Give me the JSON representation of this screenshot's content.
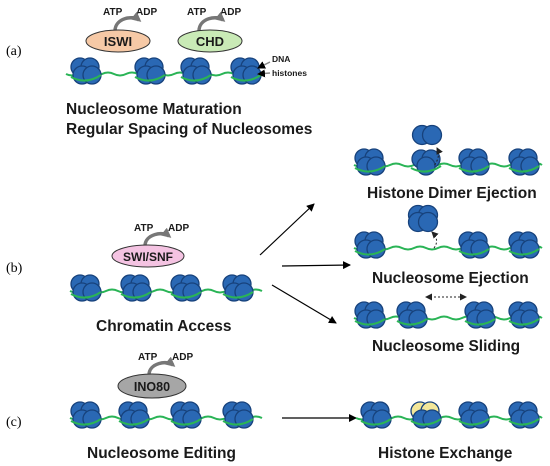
{
  "panels": {
    "a": "(a)",
    "b": "(b)",
    "c": "(c)"
  },
  "remodelers": {
    "iswi": "ISWI",
    "chd": "CHD",
    "swisnf": "SWI/SNF",
    "ino80": "INO80"
  },
  "cofactors": {
    "atp": "ATP",
    "adp": "ADP"
  },
  "annotations": {
    "dna": "DNA",
    "histones": "histones"
  },
  "titles": {
    "maturation_line1": "Nucleosome Maturation",
    "maturation_line2": "Regular Spacing of Nucleosomes",
    "chromatin_access": "Chromatin Access",
    "dimer_ejection": "Histone Dimer Ejection",
    "nucleosome_ejection": "Nucleosome Ejection",
    "nucleosome_sliding": "Nucleosome Sliding",
    "nucleosome_editing": "Nucleosome Editing",
    "histone_exchange": "Histone Exchange"
  },
  "colors": {
    "iswi_fill": "#f6c9a6",
    "chd_fill": "#c9eab6",
    "swisnf_fill": "#f4c3e2",
    "ino80_fill": "#a6a6a6",
    "histone": "#2a68b4",
    "histone_dark": "#17427c",
    "variant_histone": "#f3e79a",
    "dna": "#2ab456",
    "arrow": "#777777"
  }
}
